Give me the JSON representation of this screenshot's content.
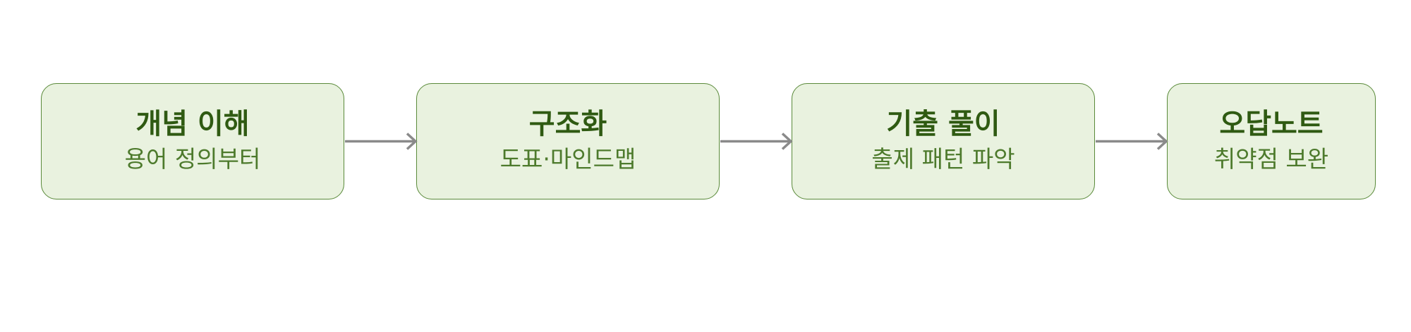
{
  "colors": {
    "box_fill": "#e9f2df",
    "box_border": "#5a8a3a",
    "title_text": "#2f5a12",
    "subtitle_text": "#4d7a2c",
    "arrow": "#8a8a8a"
  },
  "steps": [
    {
      "title": "개념 이해",
      "subtitle": "용어 정의부터"
    },
    {
      "title": "구조화",
      "subtitle": "도표·마인드맵"
    },
    {
      "title": "기출 풀이",
      "subtitle": "출제 패턴 파악"
    },
    {
      "title": "오답노트",
      "subtitle": "취약점 보완"
    }
  ],
  "connectors": [
    {
      "from": 0,
      "to": 1
    },
    {
      "from": 1,
      "to": 2
    },
    {
      "from": 2,
      "to": 3
    }
  ]
}
